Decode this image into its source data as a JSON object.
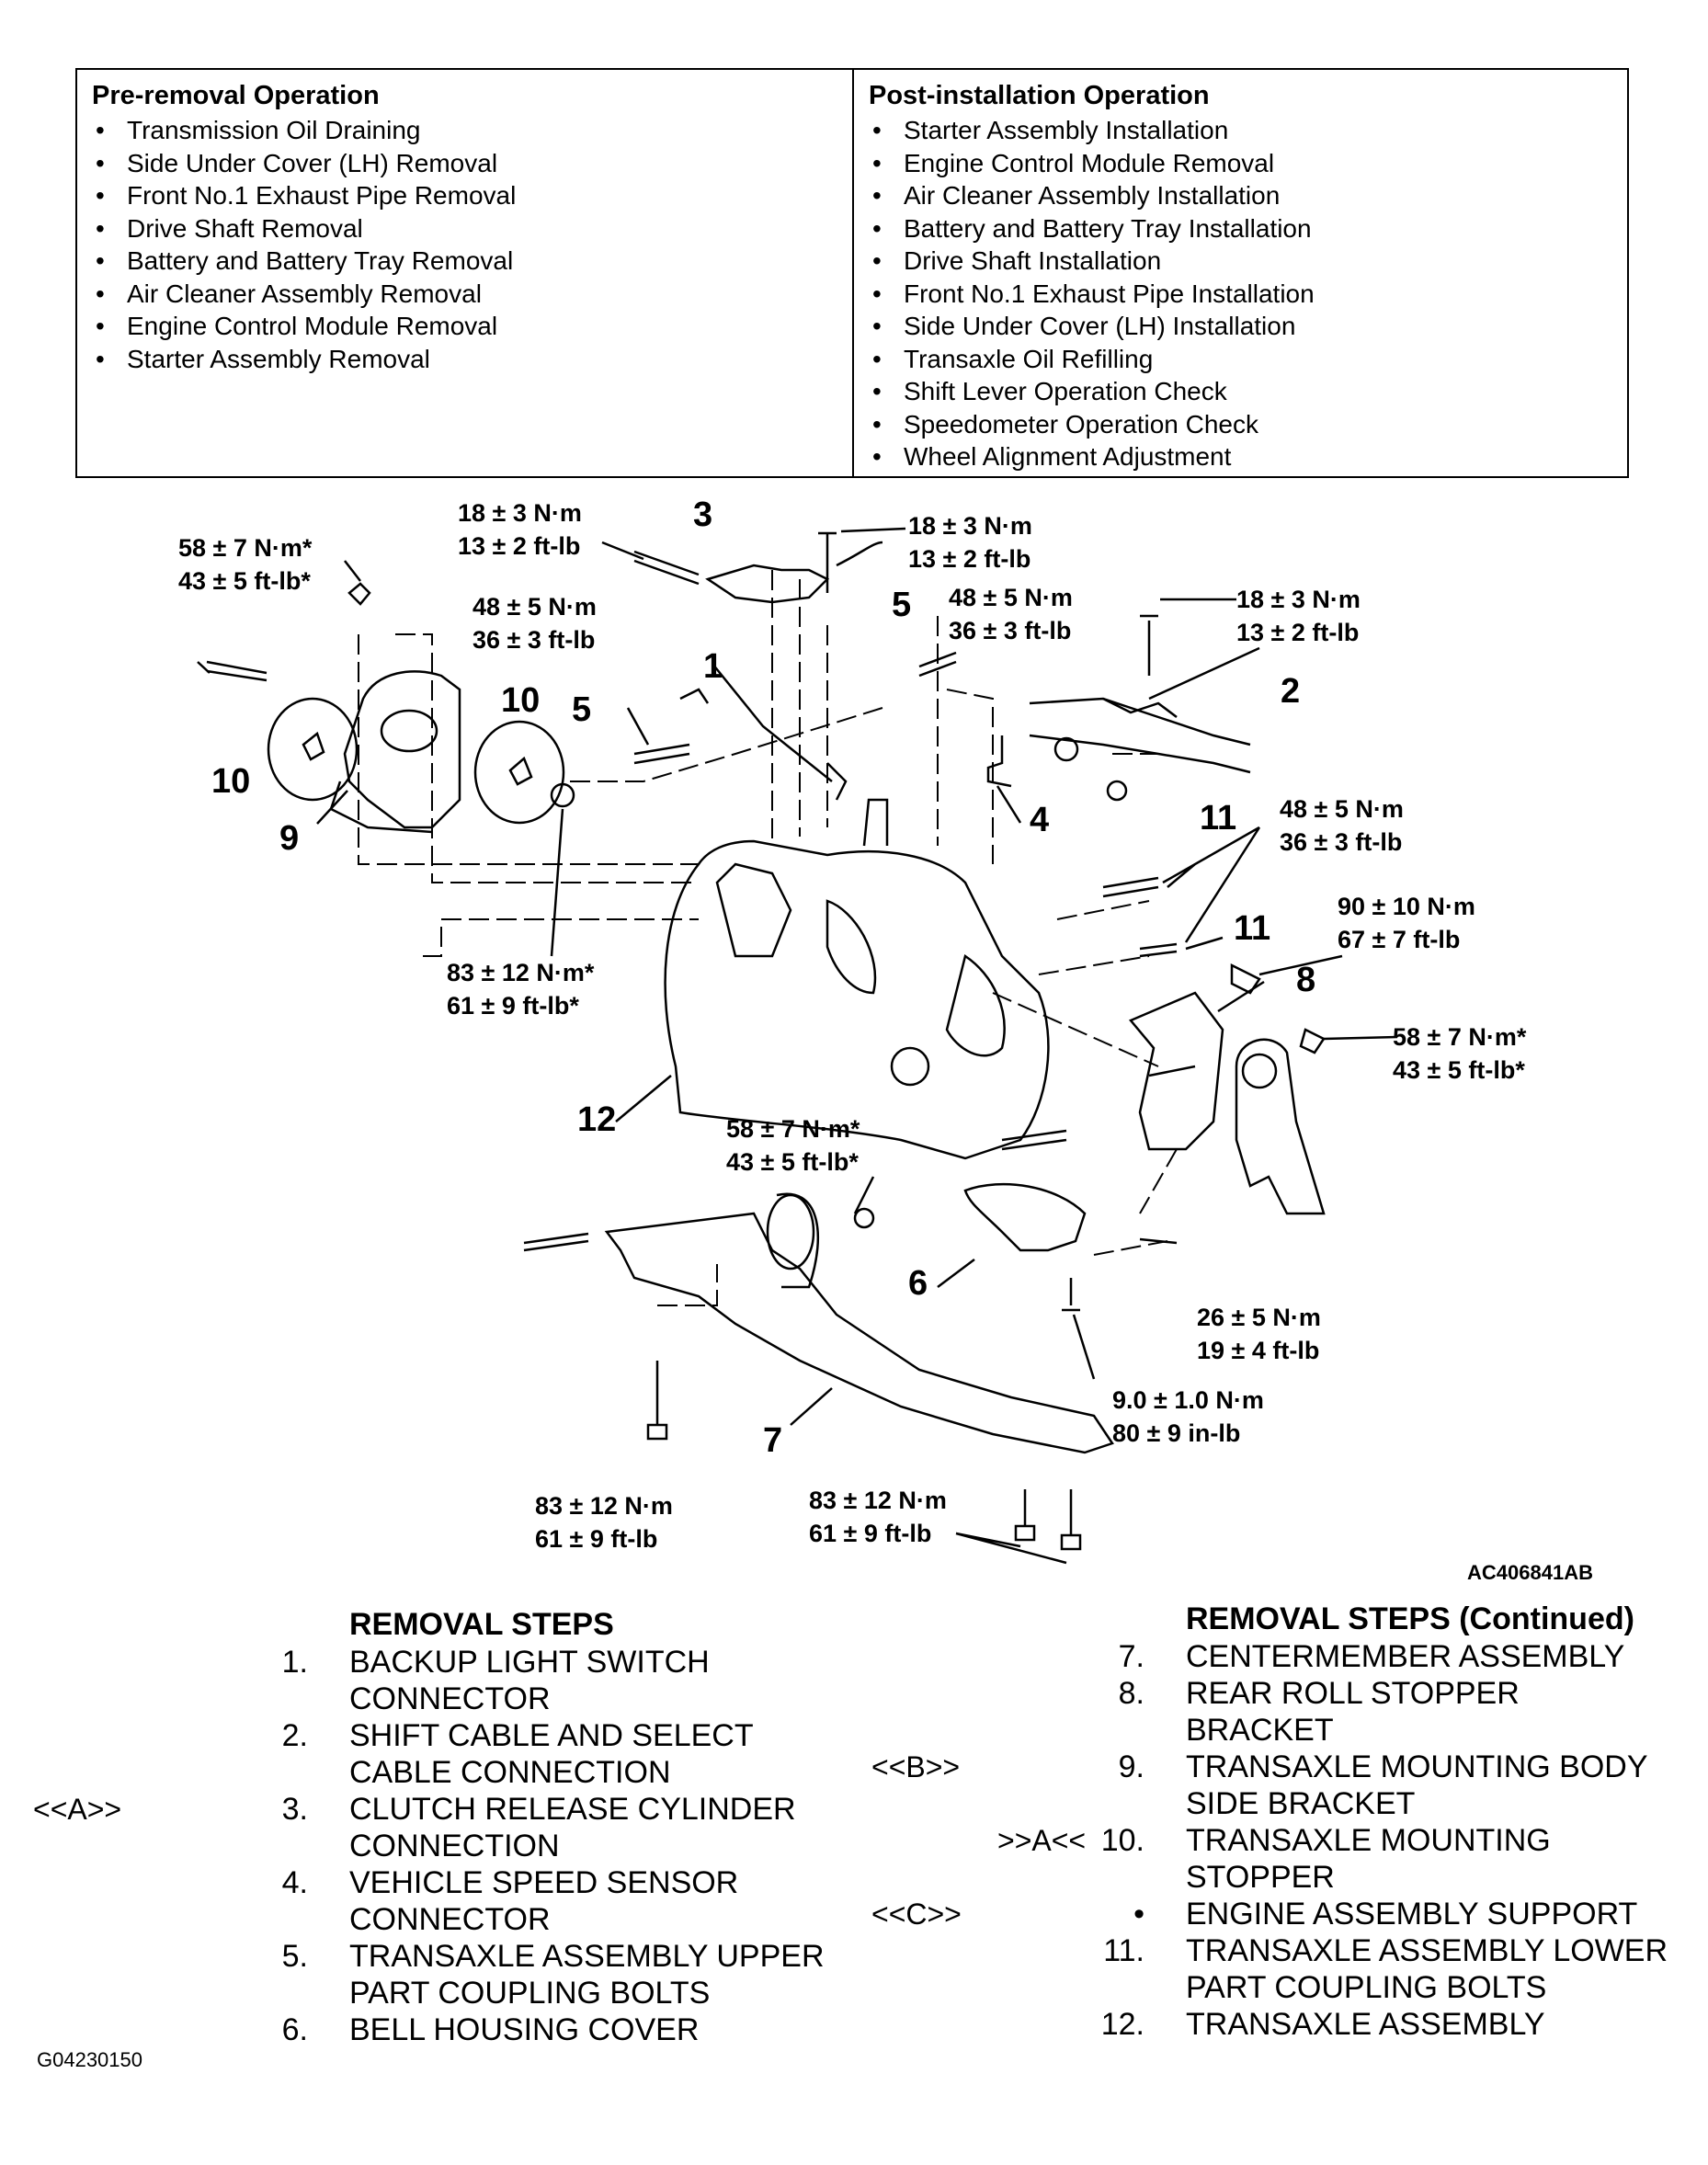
{
  "operations": {
    "pre_removal": {
      "heading": "Pre-removal Operation",
      "items": [
        "Transmission Oil Draining",
        "Side Under Cover (LH) Removal",
        "Front No.1 Exhaust Pipe Removal",
        "Drive Shaft Removal",
        "Battery and Battery Tray Removal",
        "Air Cleaner Assembly Removal",
        "Engine Control Module Removal",
        "Starter Assembly Removal"
      ]
    },
    "post_installation": {
      "heading": "Post-installation Operation",
      "items": [
        "Starter Assembly Installation",
        "Engine Control Module Removal",
        "Air Cleaner Assembly Installation",
        "Battery and Battery Tray Installation",
        "Drive Shaft Installation",
        "Front No.1 Exhaust Pipe Installation",
        "Side Under Cover (LH) Installation",
        "Transaxle Oil Refilling",
        "Shift Lever Operation Check",
        "Speedometer Operation Check",
        "Wheel Alignment Adjustment"
      ]
    },
    "bullet": "•"
  },
  "diagram": {
    "figure_code": "AC406841AB",
    "callouts": [
      "1",
      "2",
      "3",
      "4",
      "5",
      "5",
      "6",
      "7",
      "8",
      "9",
      "10",
      "10",
      "11",
      "11",
      "12"
    ],
    "torques": {
      "t58a_nm": "58 ± 7 N·m*",
      "t58a_ft": "43 ± 5 ft-lb*",
      "t18a_nm": "18 ± 3 N·m",
      "t18a_ft": "13 ± 2 ft-lb",
      "t18b_nm": "18 ± 3 N·m",
      "t18b_ft": "13 ± 2 ft-lb",
      "t18c_nm": "18 ± 3 N·m",
      "t18c_ft": "13 ± 2 ft-lb",
      "t48a_nm": "48 ± 5 N·m",
      "t48a_ft": "36 ± 3 ft-lb",
      "t48b_nm": "48 ± 5 N·m",
      "t48b_ft": "36 ± 3 ft-lb",
      "t48c_nm": "48 ± 5 N·m",
      "t48c_ft": "36 ± 3 ft-lb",
      "t90_nm": "90 ± 10 N·m",
      "t90_ft": "67 ± 7 ft-lb",
      "t83a_nm": "83 ± 12 N·m*",
      "t83a_ft": "61 ± 9 ft-lb*",
      "t58b_nm": "58 ± 7 N·m*",
      "t58b_ft": "43 ± 5 ft-lb*",
      "t58c_nm": "58 ± 7 N·m*",
      "t58c_ft": "43 ± 5 ft-lb*",
      "t26_nm": "26 ± 5 N·m",
      "t26_ft": "19 ± 4 ft-lb",
      "t9_nm": "9.0 ± 1.0 N·m",
      "t9_in": "80 ± 9 in-lb",
      "t83b_nm": "83 ± 12 N·m",
      "t83b_ft": "61 ± 9 ft-lb",
      "t83c_nm": "83 ± 12 N·m",
      "t83c_ft": "61 ± 9 ft-lb"
    }
  },
  "removal_steps": {
    "title": "REMOVAL STEPS",
    "title_continued": "REMOVAL STEPS (Continued)",
    "left": [
      {
        "n": "1.",
        "mark": "",
        "lines": [
          "BACKUP LIGHT SWITCH",
          "CONNECTOR"
        ]
      },
      {
        "n": "2.",
        "mark": "",
        "lines": [
          "SHIFT CABLE AND SELECT",
          "CABLE CONNECTION"
        ]
      },
      {
        "n": "3.",
        "mark": "<<A>>",
        "lines": [
          "CLUTCH RELEASE CYLINDER",
          "CONNECTION"
        ]
      },
      {
        "n": "4.",
        "mark": "",
        "lines": [
          "VEHICLE SPEED SENSOR",
          "CONNECTOR"
        ]
      },
      {
        "n": "5.",
        "mark": "",
        "lines": [
          "TRANSAXLE ASSEMBLY UPPER",
          "PART COUPLING BOLTS"
        ]
      },
      {
        "n": "6.",
        "mark": "",
        "lines": [
          "BELL HOUSING COVER"
        ]
      }
    ],
    "right": [
      {
        "n": "7.",
        "mark": "",
        "lines": [
          "CENTERMEMBER ASSEMBLY"
        ]
      },
      {
        "n": "8.",
        "mark": "",
        "lines": [
          "REAR ROLL STOPPER",
          "BRACKET"
        ]
      },
      {
        "n": "9.",
        "mark": "<<B>>",
        "lines": [
          "TRANSAXLE MOUNTING BODY",
          "SIDE BRACKET"
        ]
      },
      {
        "n": "10.",
        "mark": ">>A<<",
        "lines": [
          "TRANSAXLE MOUNTING",
          "STOPPER"
        ]
      },
      {
        "n": "•",
        "mark": "<<C>>",
        "lines": [
          "ENGINE ASSEMBLY SUPPORT"
        ]
      },
      {
        "n": "11.",
        "mark": "",
        "lines": [
          "TRANSAXLE ASSEMBLY LOWER",
          "PART COUPLING BOLTS"
        ]
      },
      {
        "n": "12.",
        "mark": "",
        "lines": [
          "TRANSAXLE ASSEMBLY"
        ]
      }
    ]
  },
  "footer_code": "G04230150"
}
